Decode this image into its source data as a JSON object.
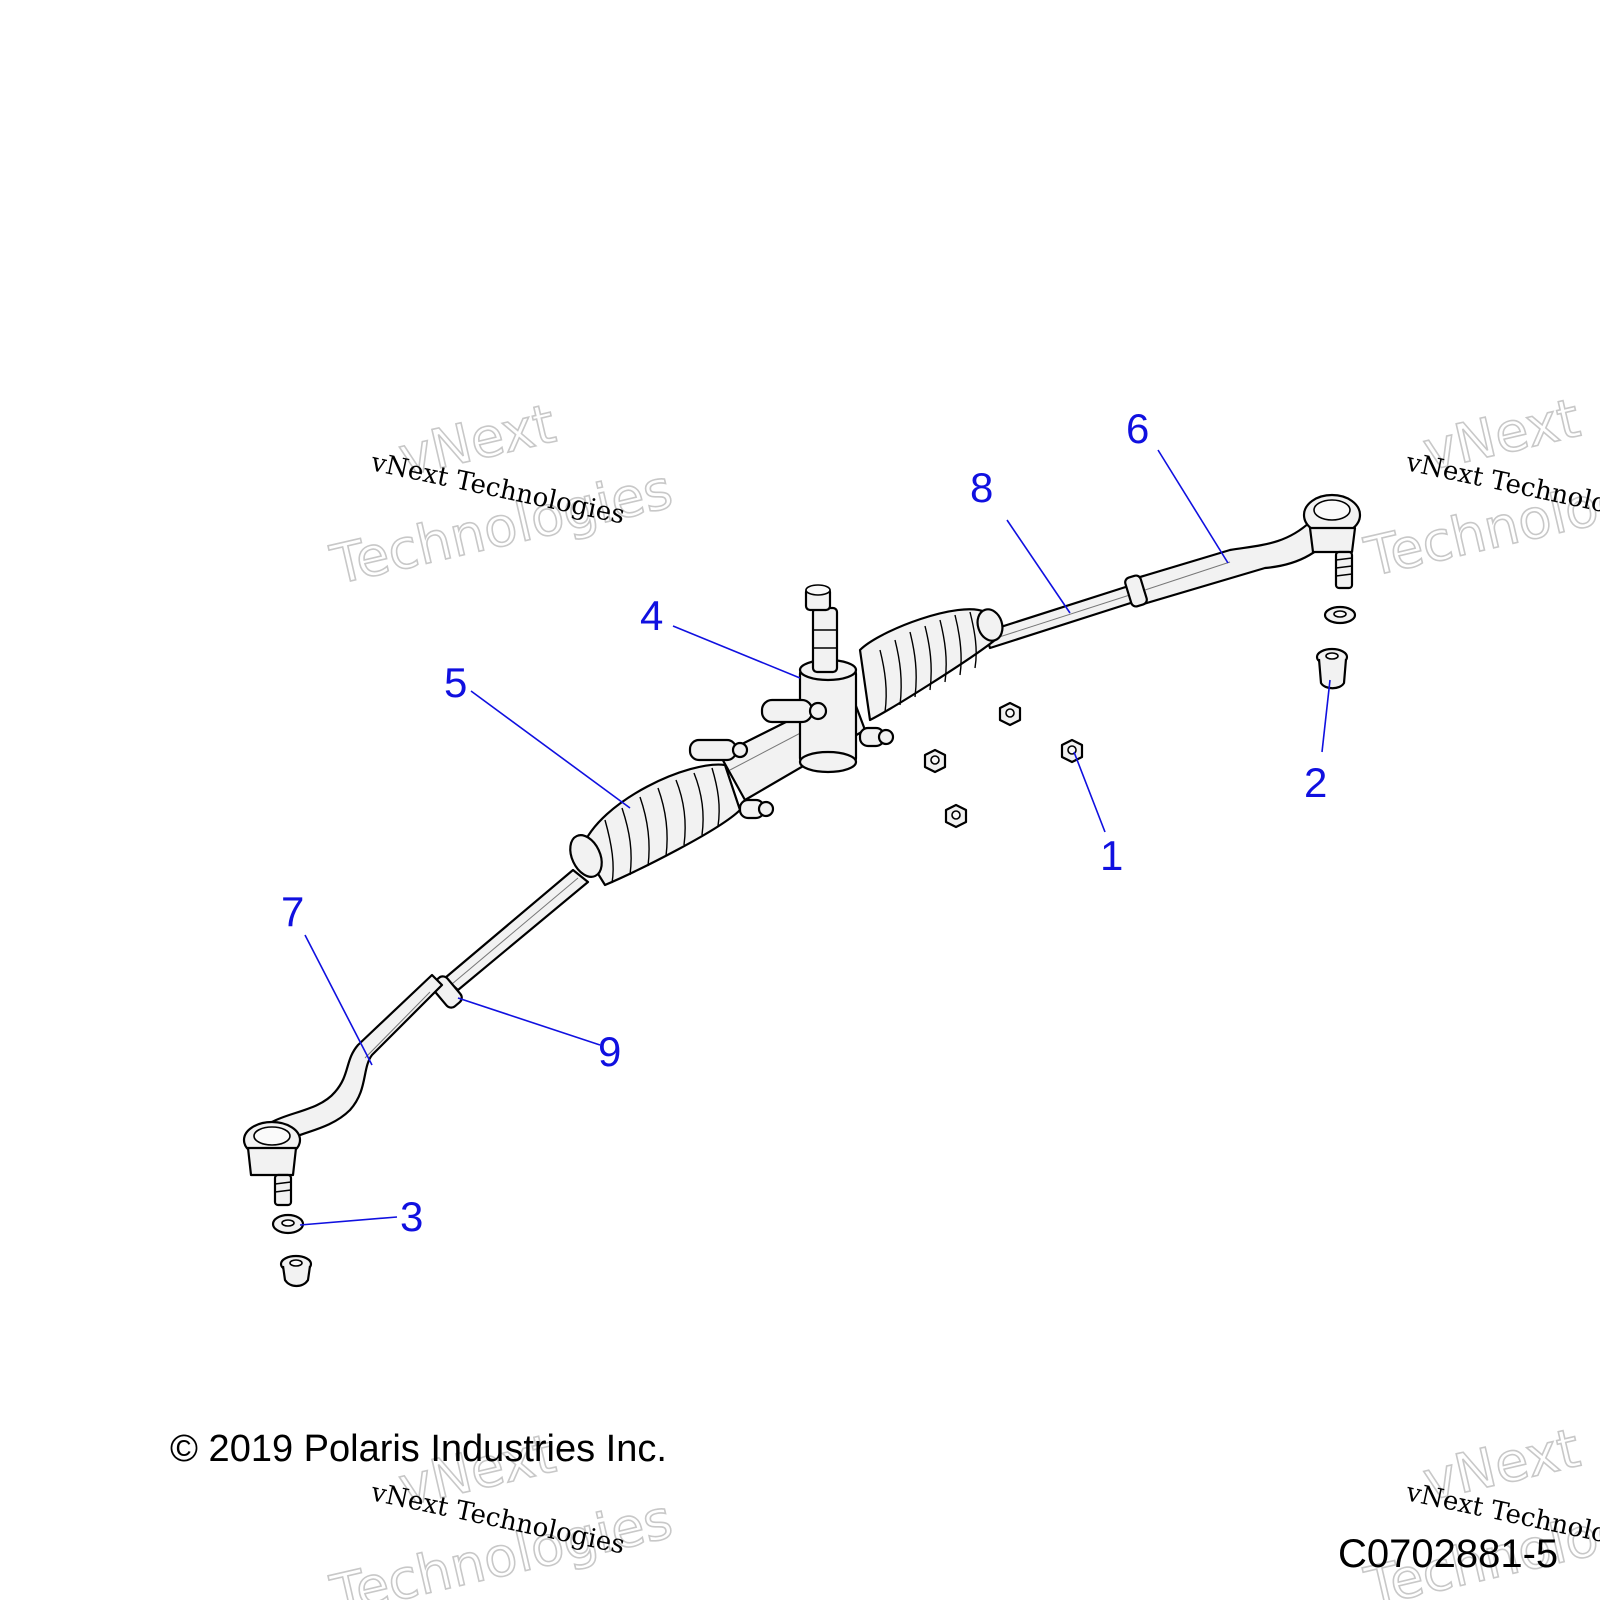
{
  "diagram": {
    "callouts": [
      {
        "id": "c1",
        "label": "1"
      },
      {
        "id": "c2",
        "label": "2"
      },
      {
        "id": "c3",
        "label": "3"
      },
      {
        "id": "c4",
        "label": "4"
      },
      {
        "id": "c5",
        "label": "5"
      },
      {
        "id": "c6",
        "label": "6"
      },
      {
        "id": "c7",
        "label": "7"
      },
      {
        "id": "c8",
        "label": "8"
      },
      {
        "id": "c9",
        "label": "9"
      }
    ],
    "copyright": "© 2019 Polaris Industries Inc.",
    "figure_code": "C0702881-5",
    "colors": {
      "callout": "#1010e0",
      "line": "#000000",
      "watermark": "#c8c8c8"
    }
  },
  "watermark": {
    "line1": "vNext Technologies",
    "line2a": "vNext",
    "line2b": "Technologies"
  }
}
